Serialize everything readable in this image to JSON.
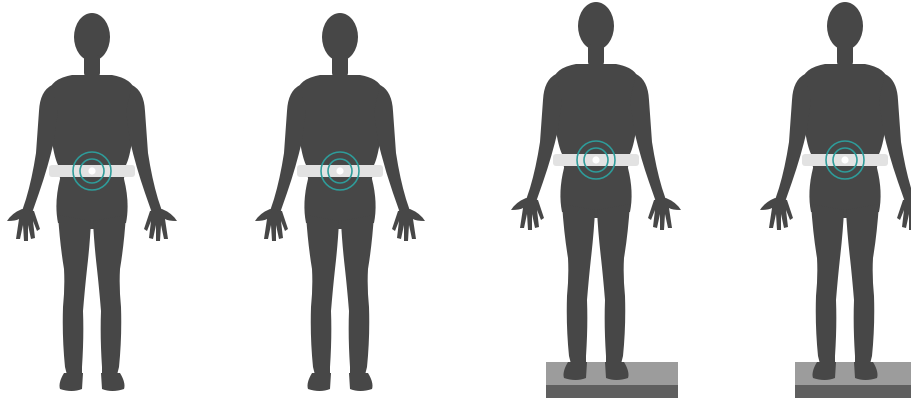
{
  "figures": [
    {
      "id": "figure-1",
      "on_platform": false
    },
    {
      "id": "figure-2",
      "on_platform": false
    },
    {
      "id": "figure-3",
      "on_platform": true
    },
    {
      "id": "figure-4",
      "on_platform": true
    }
  ],
  "colors": {
    "body": "#474747",
    "belt": "#e2e2e2",
    "sensor_dot": "#ffffff",
    "sensor_ring": "#2e9c9a",
    "platform_top": "#9c9c9c",
    "platform_side": "#5f5f5f"
  },
  "icons": [
    "human-silhouette-icon",
    "waist-sensor-icon",
    "force-platform-icon"
  ]
}
